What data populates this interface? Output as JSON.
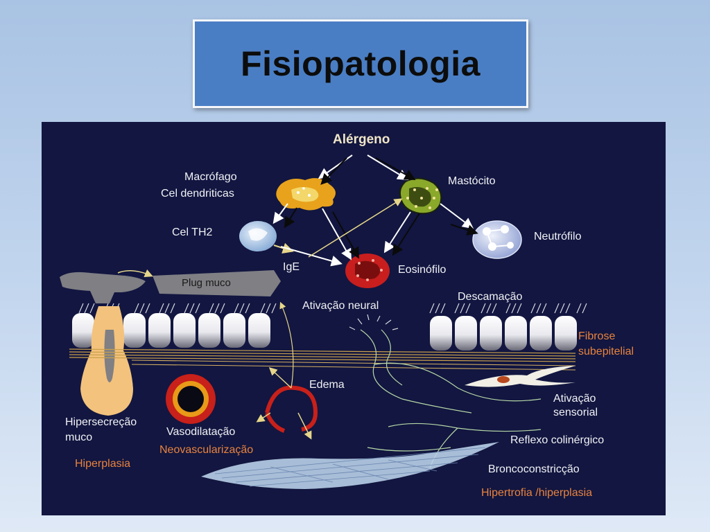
{
  "slide": {
    "title": "Fisiopatologia"
  },
  "diagram": {
    "labels": {
      "alergeno": "Alérgeno",
      "macrofago_line1": "Macrófago",
      "macrofago_line2": "Cel dendriticas",
      "mastocito": "Mastócito",
      "cel_th2": "Cel TH2",
      "neutrofilo": "Neutrófilo",
      "ige": "IgE",
      "eosinofilo": "Eosinófilo",
      "plug_muco": "Plug muco",
      "ativacao_neural": "Ativação neural",
      "descamacao": "Descamação",
      "fibrose_line1": "Fibrose",
      "fibrose_line2": "subepitelial",
      "edema": "Edema",
      "ativacao_sensorial_line1": "Ativação",
      "ativacao_sensorial_line2": "sensorial",
      "hipersecrecao_line1": "Hipersecreção",
      "hipersecrecao_line2": "muco",
      "vasodilatacao": "Vasodilatação",
      "neovascularizacao": "Neovascularização",
      "reflexo_colinergico": "Reflexo colinérgico",
      "hiperplasia": "Hiperplasia",
      "broncoconstriccao": "Broncoconstricção",
      "hipertrofia": "Hipertrofia /hiperplasia"
    },
    "colors": {
      "background": "#12163f",
      "label_white": "#f2f2f6",
      "label_orange": "#e9833e",
      "macrophage": "#e8a21c",
      "mast_cell": "#8aa82a",
      "eosinophil": "#c81e1e",
      "th2_cell": "#a9c6e8",
      "neutrophil": "#c7d3f0"
    }
  }
}
